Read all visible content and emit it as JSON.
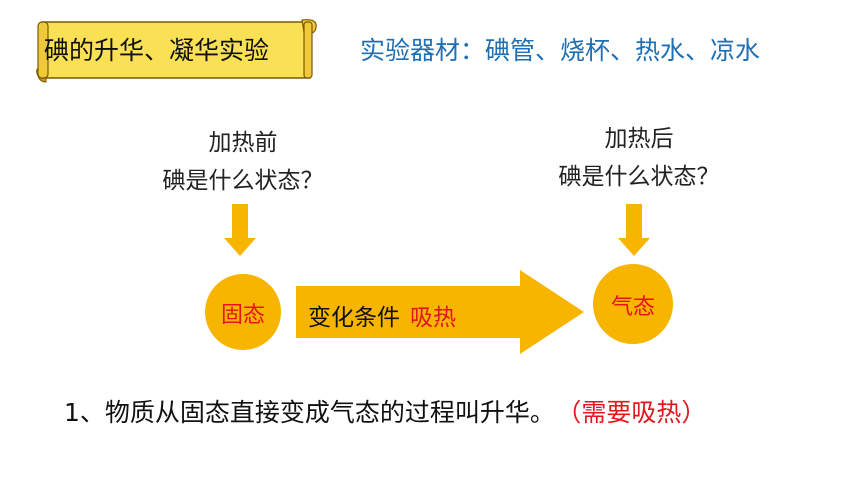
{
  "banner": {
    "title": "碘的升华、凝华实验"
  },
  "equipment": "实验器材：碘管、烧杯、热水、凉水",
  "before": {
    "line1": "加热前",
    "line2": "碘是什么状态？"
  },
  "after": {
    "line1": "加热后",
    "line2": "碘是什么状态？"
  },
  "states": {
    "solid": "固态",
    "gas": "气态"
  },
  "condition": {
    "label": "变化条件",
    "value": "吸热"
  },
  "conclusion": {
    "text": "1、物质从固态直接变成气态的过程叫升华。",
    "note": "（需要吸热）"
  },
  "colors": {
    "accent": "#f7b500",
    "scroll": "#f9e055",
    "red": "#e3161b",
    "blue": "#1f6fb4"
  }
}
